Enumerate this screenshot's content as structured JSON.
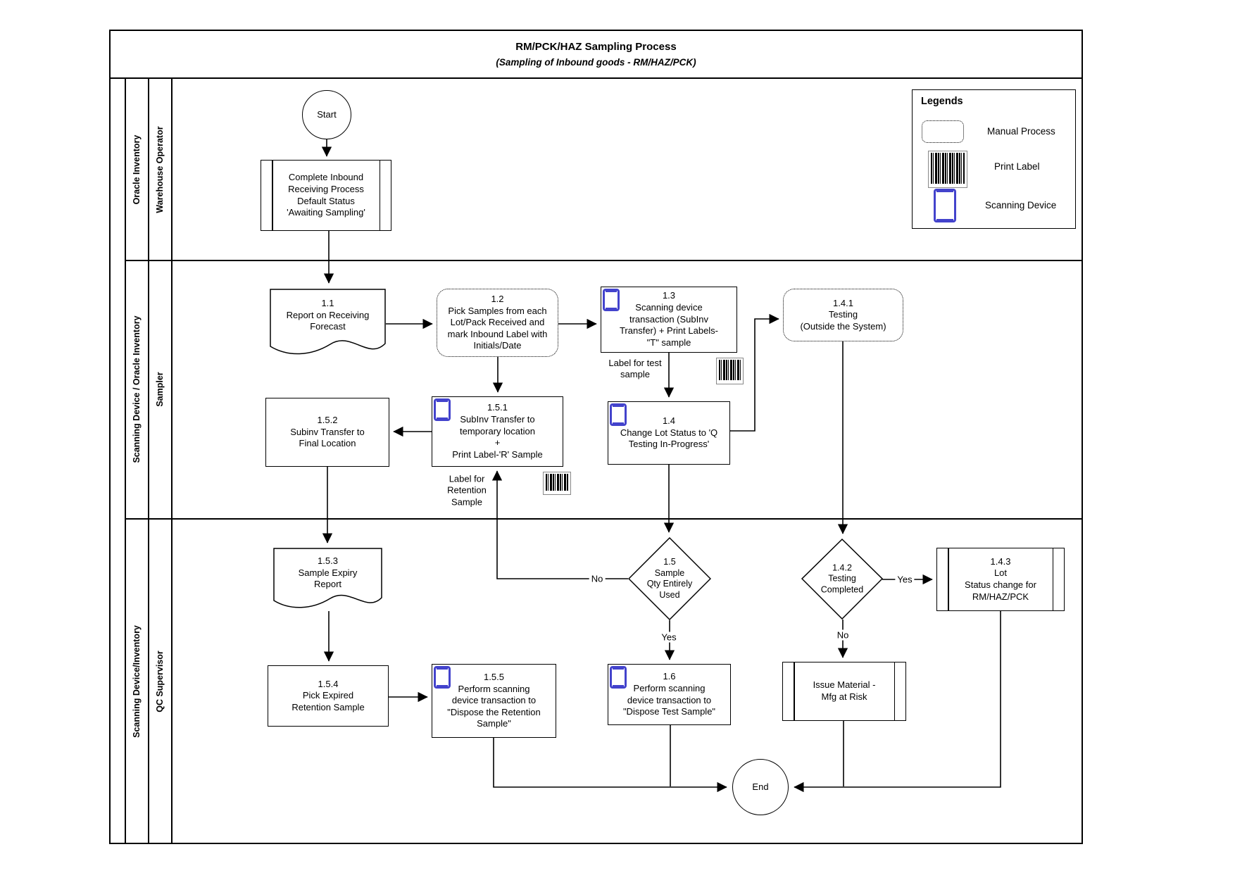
{
  "title": {
    "line1": "RM/PCK/HAZ Sampling Process",
    "line2": "(Sampling of Inbound goods - RM/HAZ/PCK)"
  },
  "lanes": [
    {
      "system": "Oracle Inventory",
      "role": "Warehouse Operator"
    },
    {
      "system": "Scanning Device / Oracle Inventory",
      "role": "Sampler"
    },
    {
      "system": "Scanning Device/Inventory",
      "role": "QC Supervisor"
    }
  ],
  "legend": {
    "title": "Legends",
    "items": [
      {
        "icon": "manual-process-shape",
        "label": "Manual Process"
      },
      {
        "icon": "print-label-barcode",
        "label": "Print Label"
      },
      {
        "icon": "scanning-device-phone",
        "label": "Scanning Device"
      }
    ]
  },
  "nodes": {
    "start": {
      "text": "Start"
    },
    "end": {
      "text": "End"
    },
    "complete_inbound": {
      "text": "Complete Inbound\nReceiving Process\nDefault Status\n'Awaiting Sampling'"
    },
    "n1_1": {
      "id": "1.1",
      "text": "Report on Receiving\nForecast"
    },
    "n1_2": {
      "id": "1.2",
      "text": "Pick Samples from each\nLot/Pack Received and\nmark Inbound Label with\nInitials/Date"
    },
    "n1_3": {
      "id": "1.3",
      "text": "Scanning device\ntransaction (SubInv\nTransfer) + Print Labels-\n\"T\" sample"
    },
    "n1_4": {
      "id": "1.4",
      "text": "Change Lot Status to 'Q\nTesting In-Progress'"
    },
    "n1_4_1": {
      "id": "1.4.1",
      "text": "Testing\n(Outside the System)"
    },
    "n1_4_2": {
      "id": "1.4.2",
      "text": "Testing\nCompleted"
    },
    "n1_4_3": {
      "id": "1.4.3",
      "text": "Lot\nStatus change for\nRM/HAZ/PCK"
    },
    "n1_5": {
      "id": "1.5",
      "text": "Sample\nQty Entirely\nUsed"
    },
    "n1_5_1": {
      "id": "1.5.1",
      "text": "SubInv Transfer to\ntemporary location\n+\nPrint Label-'R' Sample"
    },
    "n1_5_2": {
      "id": "1.5.2",
      "text": "Subinv Transfer to\nFinal Location"
    },
    "n1_5_3": {
      "id": "1.5.3",
      "text": "Sample Expiry\nReport"
    },
    "n1_5_4": {
      "id": "1.5.4",
      "text": "Pick Expired\nRetention Sample"
    },
    "n1_5_5": {
      "id": "1.5.5",
      "text": "Perform scanning\ndevice transaction to\n\"Dispose the Retention\nSample\""
    },
    "n1_6": {
      "id": "1.6",
      "text": "Perform scanning\ndevice transaction to\n\"Dispose Test Sample\""
    },
    "issue_material": {
      "text": "Issue Material -\nMfg at Risk"
    }
  },
  "annotations": {
    "label_test": "Label for test\nsample",
    "label_retention": "Label for\nRetention\nSample"
  },
  "edge_labels": {
    "no_sample_qty": "No",
    "yes_sample_qty": "Yes",
    "yes_testing": "Yes",
    "no_testing": "No"
  },
  "colors": {
    "line": "#000000",
    "scanner_icon": "#4343cc"
  }
}
